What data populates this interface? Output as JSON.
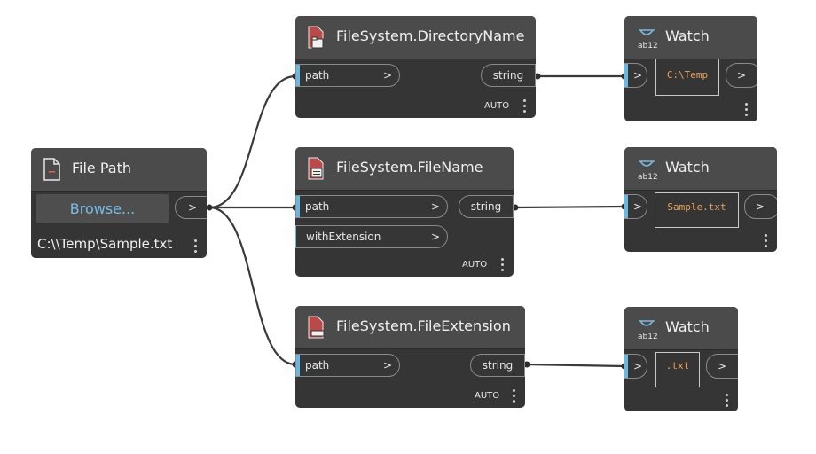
{
  "colors": {
    "node_body": "#353535",
    "node_header": "#4b4b4b",
    "wire": "#3a3a3a",
    "input_port_accent": "#6ab7e0",
    "browse_text": "#78bde8",
    "watch_value_text": "#e9a259"
  },
  "file_path_node": {
    "title": "File Path",
    "icon": "document-icon",
    "browse_label": "Browse...",
    "output_chevron": ">",
    "value": "C:\\\\Temp\\Sample.txt"
  },
  "directory_name_node": {
    "title": "FileSystem.DirectoryName",
    "icon": "file-folder-icon",
    "inputs": [
      {
        "label": "path",
        "chevron": ">"
      }
    ],
    "output": "string",
    "lacing": "AUTO"
  },
  "file_name_node": {
    "title": "FileSystem.FileName",
    "icon": "file-text-icon",
    "inputs": [
      {
        "label": "path",
        "chevron": ">"
      },
      {
        "label": "withExtension",
        "chevron": ">"
      }
    ],
    "output": "string",
    "lacing": "AUTO"
  },
  "file_extension_node": {
    "title": "FileSystem.FileExtension",
    "icon": "file-extension-icon",
    "inputs": [
      {
        "label": "path",
        "chevron": ">"
      }
    ],
    "output": "string",
    "lacing": "AUTO"
  },
  "watch_nodes": [
    {
      "title": "Watch",
      "icon": "watch-icon",
      "icon_text": "ab12",
      "input_chevron": ">",
      "output_chevron": ">",
      "value": "C:\\Temp"
    },
    {
      "title": "Watch",
      "icon": "watch-icon",
      "icon_text": "ab12",
      "input_chevron": ">",
      "output_chevron": ">",
      "value": "Sample.txt"
    },
    {
      "title": "Watch",
      "icon": "watch-icon",
      "icon_text": "ab12",
      "input_chevron": ">",
      "output_chevron": ">",
      "value": ".txt"
    }
  ]
}
